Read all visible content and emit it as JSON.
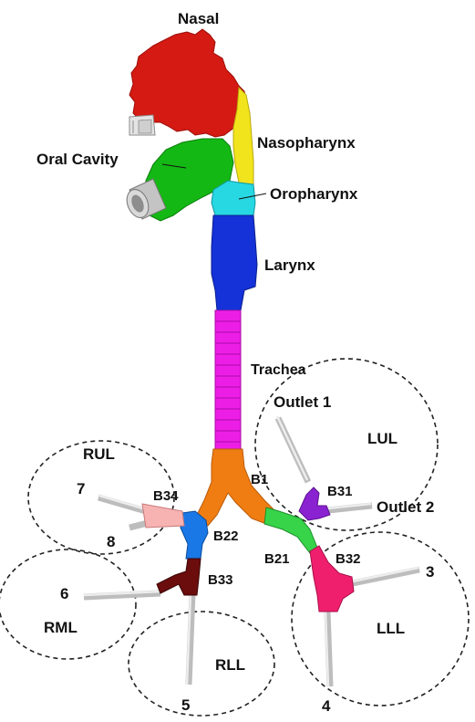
{
  "labels": {
    "nasal": "Nasal",
    "nasopharynx": "Nasopharynx",
    "oral_cavity": "Oral Cavity",
    "oropharynx": "Oropharynx",
    "larynx": "Larynx",
    "trachea": "Trachea",
    "outlet1": "Outlet 1",
    "outlet2": "Outlet 2",
    "b1": "B1",
    "b21": "B21",
    "b22": "B22",
    "b31": "B31",
    "b32": "B32",
    "b33": "B33",
    "b34": "B34"
  },
  "zones": {
    "rul": "RUL",
    "lul": "LUL",
    "rml": "RML",
    "rll": "RLL",
    "lll": "LLL"
  },
  "outlets": {
    "n3": "3",
    "n4": "4",
    "n5": "5",
    "n6": "6",
    "n7": "7",
    "n8": "8"
  },
  "colors": {
    "nasal": "#d41a12",
    "nasopharynx": "#f2e41c",
    "oral_cavity": "#14b814",
    "oropharynx": "#27d7e2",
    "larynx": "#1432d8",
    "trachea": "#ec1ee6",
    "b1": "#f07d12",
    "b21": "#37d44a",
    "b22": "#1a78e6",
    "b31": "#8a22d2",
    "b32": "#f01f6e",
    "b33": "#6b0d0d",
    "b34": "#f7b2b2",
    "outlet": "#bdbdbd"
  }
}
